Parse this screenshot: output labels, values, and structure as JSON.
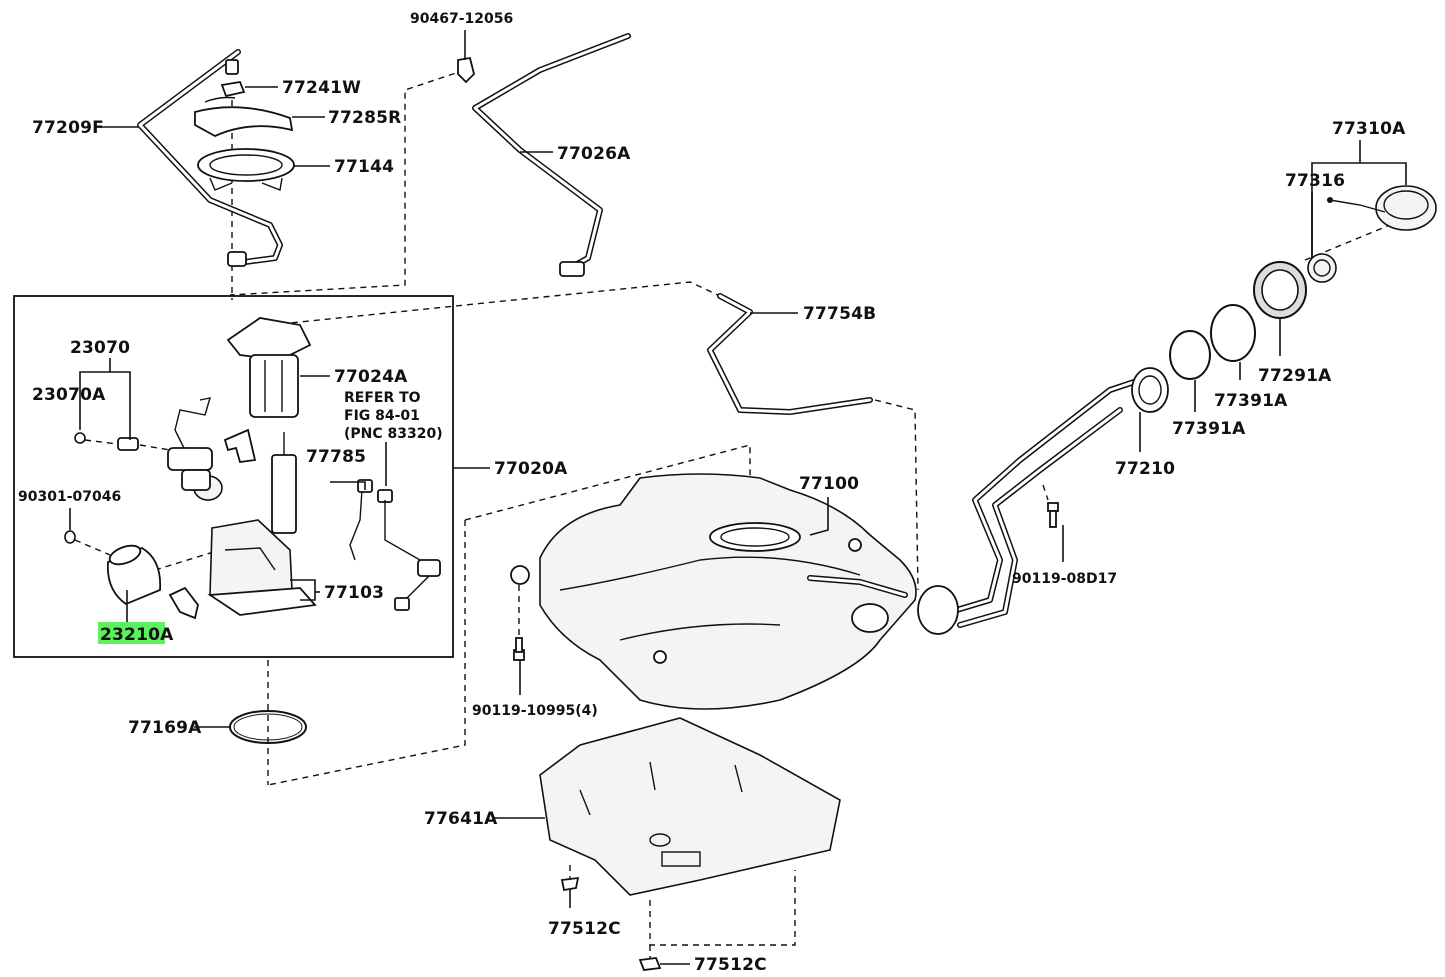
{
  "diagram": {
    "highlight_color": "#5cf05c",
    "refer_note": [
      "REFER TO",
      "FIG 84-01",
      "(PNC 83320)"
    ],
    "labels": {
      "p90467": "90467-12056",
      "p77241W": "77241W",
      "p77285R": "77285R",
      "p77209F": "77209F",
      "p77144": "77144",
      "p77026A": "77026A",
      "p77310A": "77310A",
      "p77316": "77316",
      "p77754B": "77754B",
      "p23070": "23070",
      "p23070A": "23070A",
      "p77024A": "77024A",
      "p77785": "77785",
      "p77020A": "77020A",
      "p90301": "90301-07046",
      "p77103": "77103",
      "p23210A": "23210A",
      "p77169A": "77169A",
      "p77100": "77100",
      "p77210": "77210",
      "p77291A": "77291A",
      "p77391A_1": "77391A",
      "p77391A_2": "77391A",
      "p90119_08D17": "90119-08D17",
      "p90119_10995": "90119-10995(4)",
      "p77641A": "77641A",
      "p77512C_1": "77512C",
      "p77512C_2": "77512C"
    }
  }
}
